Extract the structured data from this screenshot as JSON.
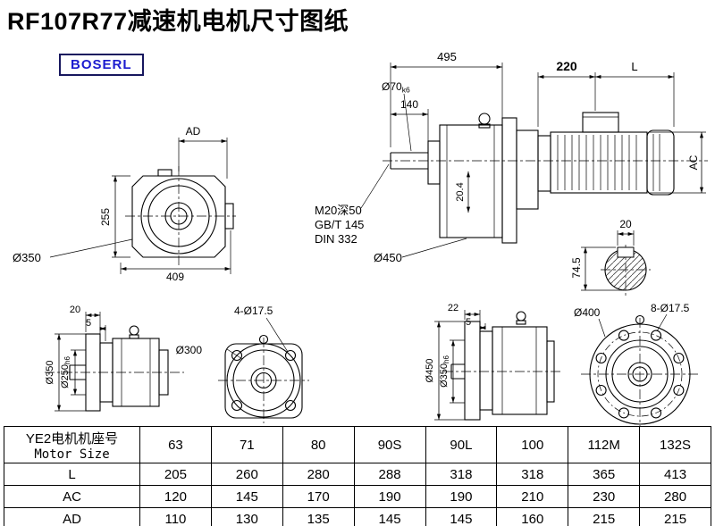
{
  "page": {
    "title": "RF107R77减速机电机尺寸图纸"
  },
  "logo": {
    "text": "BOSERL"
  },
  "views": {
    "front": {
      "dim_ad": "AD",
      "dim_height": "255",
      "dim_width": "409",
      "dia_body": "Ø350"
    },
    "side": {
      "dim_total": "495",
      "dim_shaft_len": "140",
      "dia_70": "Ø70",
      "dia_70_tol": "k6",
      "dim_220": "220",
      "dim_L": "L",
      "dim_ac": "AC",
      "note1": "M20深50",
      "note2": "GB/T 145",
      "note3": "DIN 332",
      "dia_flange": "Ø450",
      "dim_204": "20.4",
      "key_width": "20",
      "key_height": "74.5"
    },
    "flange_small": {
      "dim_20": "20",
      "dim_5": "5",
      "dia_350": "Ø350",
      "dia_250": "Ø250",
      "tol_250": "h6"
    },
    "square_flange": {
      "holes": "4-Ø17.5",
      "dia_300": "Ø300"
    },
    "flange_large": {
      "dim_22": "22",
      "dim_5": "5",
      "dia_450": "Ø450",
      "dia_350": "Ø350",
      "tol_350": "h6"
    },
    "round_flange": {
      "dia_400": "Ø400",
      "holes": "8-Ø17.5"
    }
  },
  "table": {
    "row_label_cn": "YE2电机机座号",
    "row_label_en": "Motor Size",
    "sizes": [
      "63",
      "71",
      "80",
      "90S",
      "90L",
      "100",
      "112M",
      "132S"
    ],
    "rows": [
      {
        "label": "L",
        "values": [
          "205",
          "260",
          "280",
          "288",
          "318",
          "318",
          "365",
          "413"
        ]
      },
      {
        "label": "AC",
        "values": [
          "120",
          "145",
          "170",
          "190",
          "190",
          "210",
          "230",
          "280"
        ]
      },
      {
        "label": "AD",
        "values": [
          "110",
          "130",
          "135",
          "145",
          "145",
          "160",
          "215",
          "215"
        ]
      }
    ]
  }
}
